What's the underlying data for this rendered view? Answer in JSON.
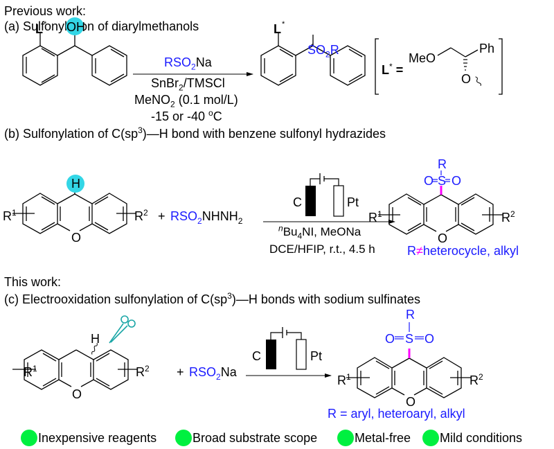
{
  "headings": {
    "previous_work": "Previous work:",
    "section_a": "(a) Sulfonylation of diarylmethanols",
    "section_b_pre": "(b) Sulfonylation of C(sp",
    "section_b_sup": "3",
    "section_b_post": ")—H bond with benzene sulfonyl hydrazides",
    "this_work": "This work:",
    "section_c_pre": "(c) Electrooxidation sulfonylation of C(sp",
    "section_c_sup": "3",
    "section_c_post": ")—H bonds with sodium sulfinates"
  },
  "reaction_a": {
    "reagent": {
      "pre": "RSO",
      "sub": "2",
      "post": "Na"
    },
    "condition1": {
      "pre": "SnBr",
      "sub": "2",
      "post": "/TMSCl"
    },
    "condition2": {
      "pre": "MeNO",
      "sub": "2",
      "post": " (0.1 mol/L)"
    },
    "condition3": {
      "pre": "-15 or -40 ",
      "sup": "o",
      "post": "C"
    },
    "substituent_L": "L",
    "star": "*",
    "oh": "OH",
    "product_group": {
      "pre": "SO",
      "sub": "2",
      "post": "R"
    },
    "ligand_def": {
      "label": "L",
      "star": "*",
      "eq": "=",
      "meo": "MeO",
      "ph": "Ph",
      "o": "O"
    }
  },
  "reaction_b": {
    "h": "H",
    "r1": "R",
    "r1_sup": "1",
    "r2": "R",
    "r2_sup": "2",
    "plus": "+",
    "reagent": {
      "pre": "RSO",
      "sub": "2",
      "post": "NHNH",
      "sub2": "2"
    },
    "electrode_anode": "C",
    "electrode_cathode": "Pt",
    "condition1": {
      "sup": "n",
      "pre": "Bu",
      "sub": "4",
      "post": "NI, MeONa"
    },
    "condition2": "DCE/HFIP, r.t., 4.5 h",
    "o": "O",
    "sulfonyl": {
      "r": "R",
      "o1": "O",
      "s": "S",
      "o2": "O"
    },
    "scope_note": {
      "pre": "R",
      "neq": "≠",
      "post": "heterocycle, alkyl"
    }
  },
  "reaction_c": {
    "h": "H",
    "r1": "R",
    "r1_sup": "1",
    "r2": "R",
    "r2_sup": "2",
    "plus": "+",
    "reagent": {
      "pre": "RSO",
      "sub": "2",
      "post": "Na"
    },
    "electrode_anode": "C",
    "electrode_cathode": "Pt",
    "o": "O",
    "sulfonyl": {
      "r": "R",
      "o1": "O",
      "s": "S",
      "o2": "O"
    },
    "scope_note": "R =  aryl, heteroaryl, alkyl"
  },
  "features": [
    {
      "label": "Inexpensive reagents",
      "icon": "green-dot-icon"
    },
    {
      "label": "Broad substrate scope",
      "icon": "green-dot-icon"
    },
    {
      "label": "Metal-free",
      "icon": "green-dot-icon"
    },
    {
      "label": "Mild conditions",
      "icon": "green-dot-icon"
    }
  ],
  "colors": {
    "reagent_blue": "#1a1aff",
    "highlight_cyan": "#33d6e6",
    "new_bond_magenta": "#ff00ff",
    "feature_green": "#00f040",
    "scissors_teal": "#1aa6a6"
  }
}
